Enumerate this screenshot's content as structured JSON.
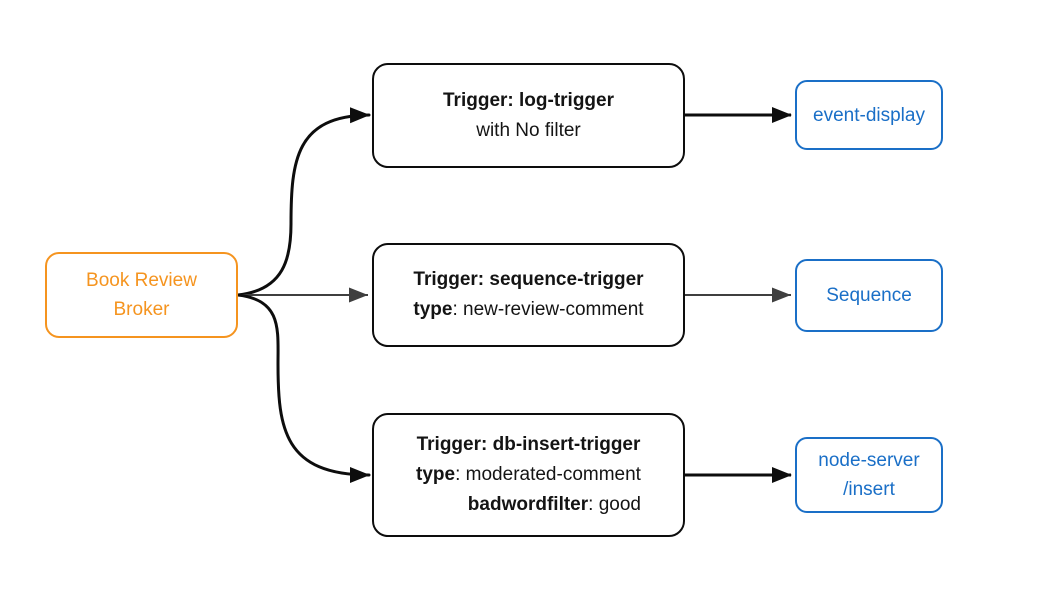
{
  "diagram": {
    "type": "event-broker-flowchart",
    "background": "#ffffff",
    "broker": {
      "line1": "Book Review",
      "line2": "Broker"
    },
    "triggers": [
      {
        "title": "Trigger: log-trigger",
        "subtitle": "with No filter"
      },
      {
        "title": "Trigger: sequence-trigger",
        "attr1_key": "type",
        "attr1_value": ": new-review-comment"
      },
      {
        "title": "Trigger: db-insert-trigger",
        "attr1_key": "type",
        "attr1_value": ": moderated-comment",
        "attr2_key": "badwordfilter",
        "attr2_value": ": good"
      }
    ],
    "outputs": [
      {
        "label": "event-display"
      },
      {
        "label": "Sequence"
      },
      {
        "line1": "node-server",
        "line2": "/insert"
      }
    ],
    "edges": [
      {
        "from": "Book Review Broker",
        "to": "Trigger: log-trigger",
        "shape": "curve-up",
        "style": "thick-black"
      },
      {
        "from": "Book Review Broker",
        "to": "Trigger: sequence-trigger",
        "shape": "straight",
        "style": "thin-gray"
      },
      {
        "from": "Book Review Broker",
        "to": "Trigger: db-insert-trigger",
        "shape": "curve-down",
        "style": "thick-black"
      },
      {
        "from": "Trigger: log-trigger",
        "to": "event-display",
        "shape": "straight",
        "style": "thick-black"
      },
      {
        "from": "Trigger: sequence-trigger",
        "to": "Sequence",
        "shape": "straight",
        "style": "thin-gray"
      },
      {
        "from": "Trigger: db-insert-trigger",
        "to": "node-server /insert",
        "shape": "straight",
        "style": "thick-black"
      }
    ],
    "colors": {
      "broker_orange": "#F5941F",
      "trigger_black": "#0D0D0D",
      "output_blue": "#1A6FC7",
      "edge_black": "#0D0D0D",
      "edge_gray": "#3F3F3F"
    }
  }
}
